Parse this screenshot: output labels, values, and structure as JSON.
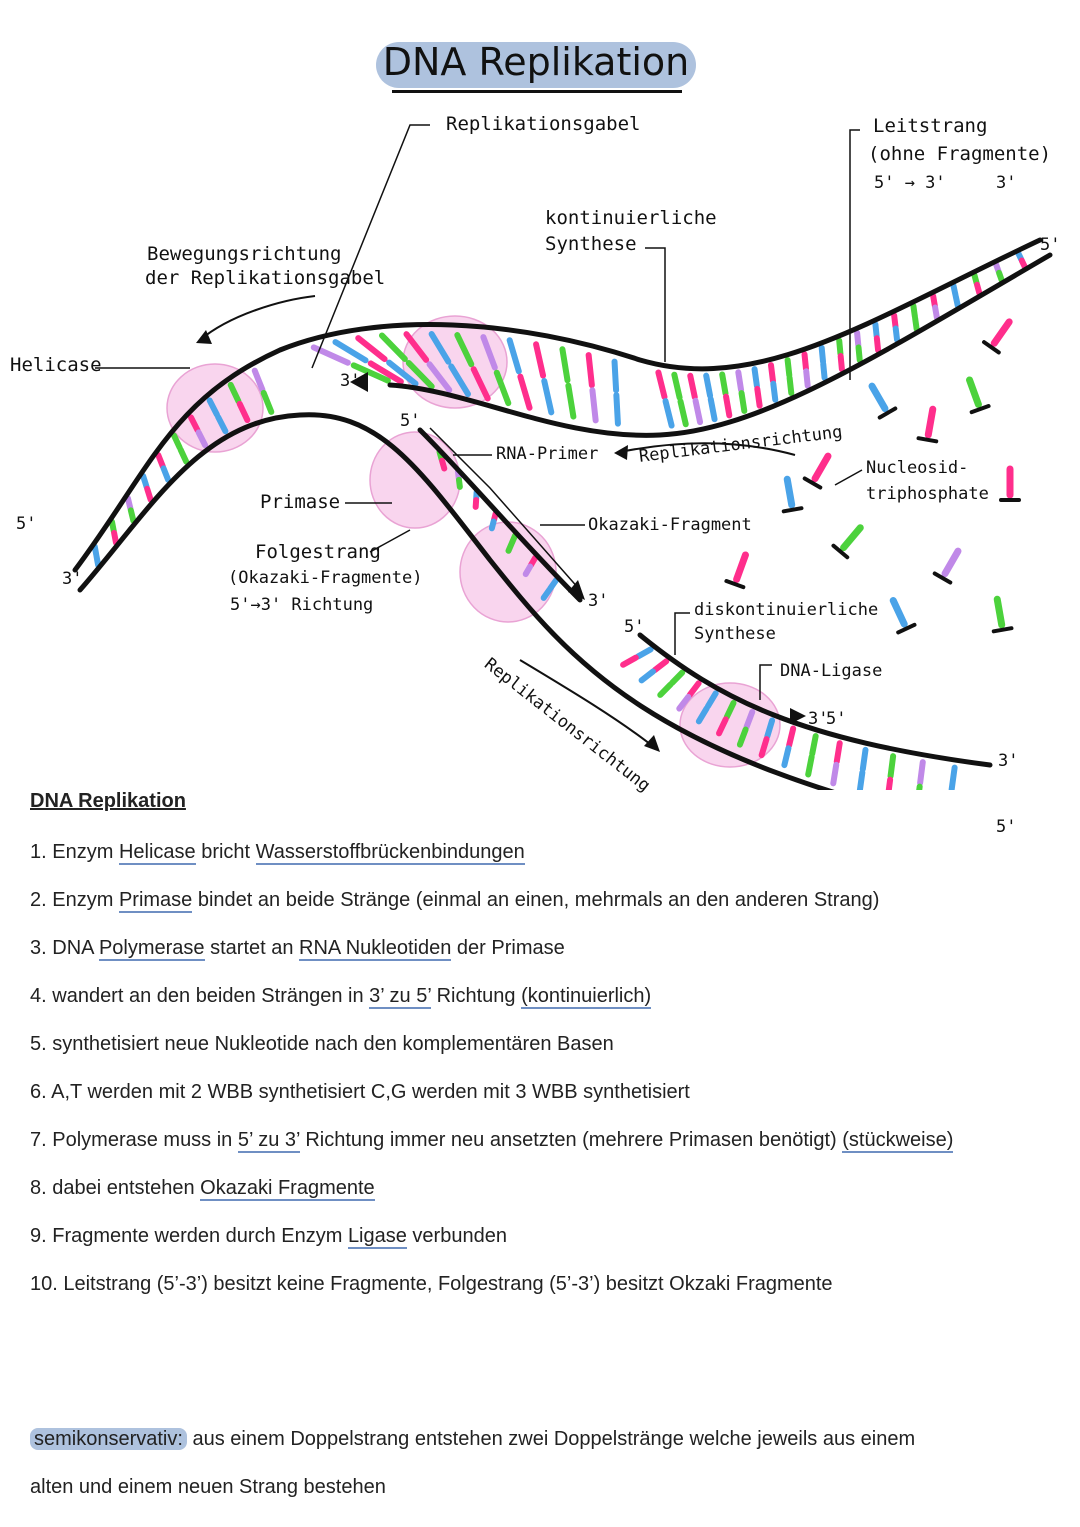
{
  "title": "DNA Replikation",
  "colors": {
    "pink": "#ff2e8c",
    "blue": "#4aa3e8",
    "green": "#4cd23c",
    "lilac": "#c089e8",
    "bubble": "#f9d5ee",
    "title_highlight": "#aec2de",
    "underline": "#6f8fc3"
  },
  "diagram": {
    "labels": {
      "replikationsgabel": "Replikationsgabel",
      "leitstrang_1": "Leitstrang",
      "leitstrang_2": "(ohne Fragmente)",
      "leitstrang_dir": "5' → 3'",
      "kontinuierlich_1": "kontinuierliche",
      "kontinuierlich_2": "Synthese",
      "bewegung_1": "Bewegungsrichtung",
      "bewegung_2": "der Replikationsgabel",
      "helicase": "Helicase",
      "primase": "Primase",
      "rna_primer": "RNA-Primer",
      "replikationsrichtung_top": "Replikationsrichtung",
      "nucleosid_1": "Nucleosid-",
      "nucleosid_2": "triphosphate",
      "okazaki": "Okazaki-Fragment",
      "folgestrang_1": "Folgestrang",
      "folgestrang_2": "(Okazaki-Fragmente)",
      "folgestrang_3": "5'→3' Richtung",
      "diskontinuierlich_1": "diskontinuierliche",
      "diskontinuierlich_2": "Synthese",
      "dna_ligase": "DNA-Ligase",
      "replikationsrichtung_bottom": "Replikationsrichtung"
    },
    "ends": {
      "five": "5'",
      "three": "3'"
    }
  },
  "notes": {
    "heading": "DNA Replikation",
    "steps": [
      {
        "n": "1.",
        "parts": [
          "Enzym ",
          "Helicase",
          " bricht ",
          "Wasserstoffbrückenbindungen",
          ""
        ]
      },
      {
        "n": "2.",
        "parts": [
          "Enzym ",
          "Primase",
          " bindet an beide Stränge (einmal an einen, mehrmals an den anderen Strang)"
        ]
      },
      {
        "n": "3.",
        "parts": [
          "DNA ",
          "Polymerase",
          " startet an ",
          "RNA Nukleotiden",
          " der Primase"
        ]
      },
      {
        "n": "4.",
        "parts": [
          "wandert an den beiden Strängen in ",
          "3’ zu 5’",
          " Richtung ",
          "(kontinuierlich)",
          ""
        ]
      },
      {
        "n": "5.",
        "parts": [
          "synthetisiert neue Nukleotide nach den komplementären Basen"
        ]
      },
      {
        "n": "6.",
        "parts": [
          "A,T werden mit 2 WBB synthetisiert C,G werden mit 3 WBB synthetisiert"
        ]
      },
      {
        "n": "7.",
        "parts": [
          "Polymerase muss in ",
          "5’ zu 3’",
          " Richtung immer neu ansetzten (mehrere Primasen benötigt) ",
          "(stückweise)",
          ""
        ]
      },
      {
        "n": "8.",
        "parts": [
          "dabei entstehen ",
          "Okazaki Fragmente",
          ""
        ]
      },
      {
        "n": "9.",
        "parts": [
          "Fragmente werden durch Enzym ",
          "Ligase",
          " verbunden"
        ]
      },
      {
        "n": "10.",
        "parts": [
          "Leitstrang (5’-3’) besitzt keine Fragmente, Folgestrang (5’-3’) besitzt Okzaki Fragmente"
        ]
      }
    ],
    "semi_term": "semikonservativ:",
    "semi_text_1": " aus einem Doppelstrang entstehen zwei Doppelstränge welche jeweils aus einem",
    "semi_text_2": "alten und einem neuen Strang bestehen"
  }
}
